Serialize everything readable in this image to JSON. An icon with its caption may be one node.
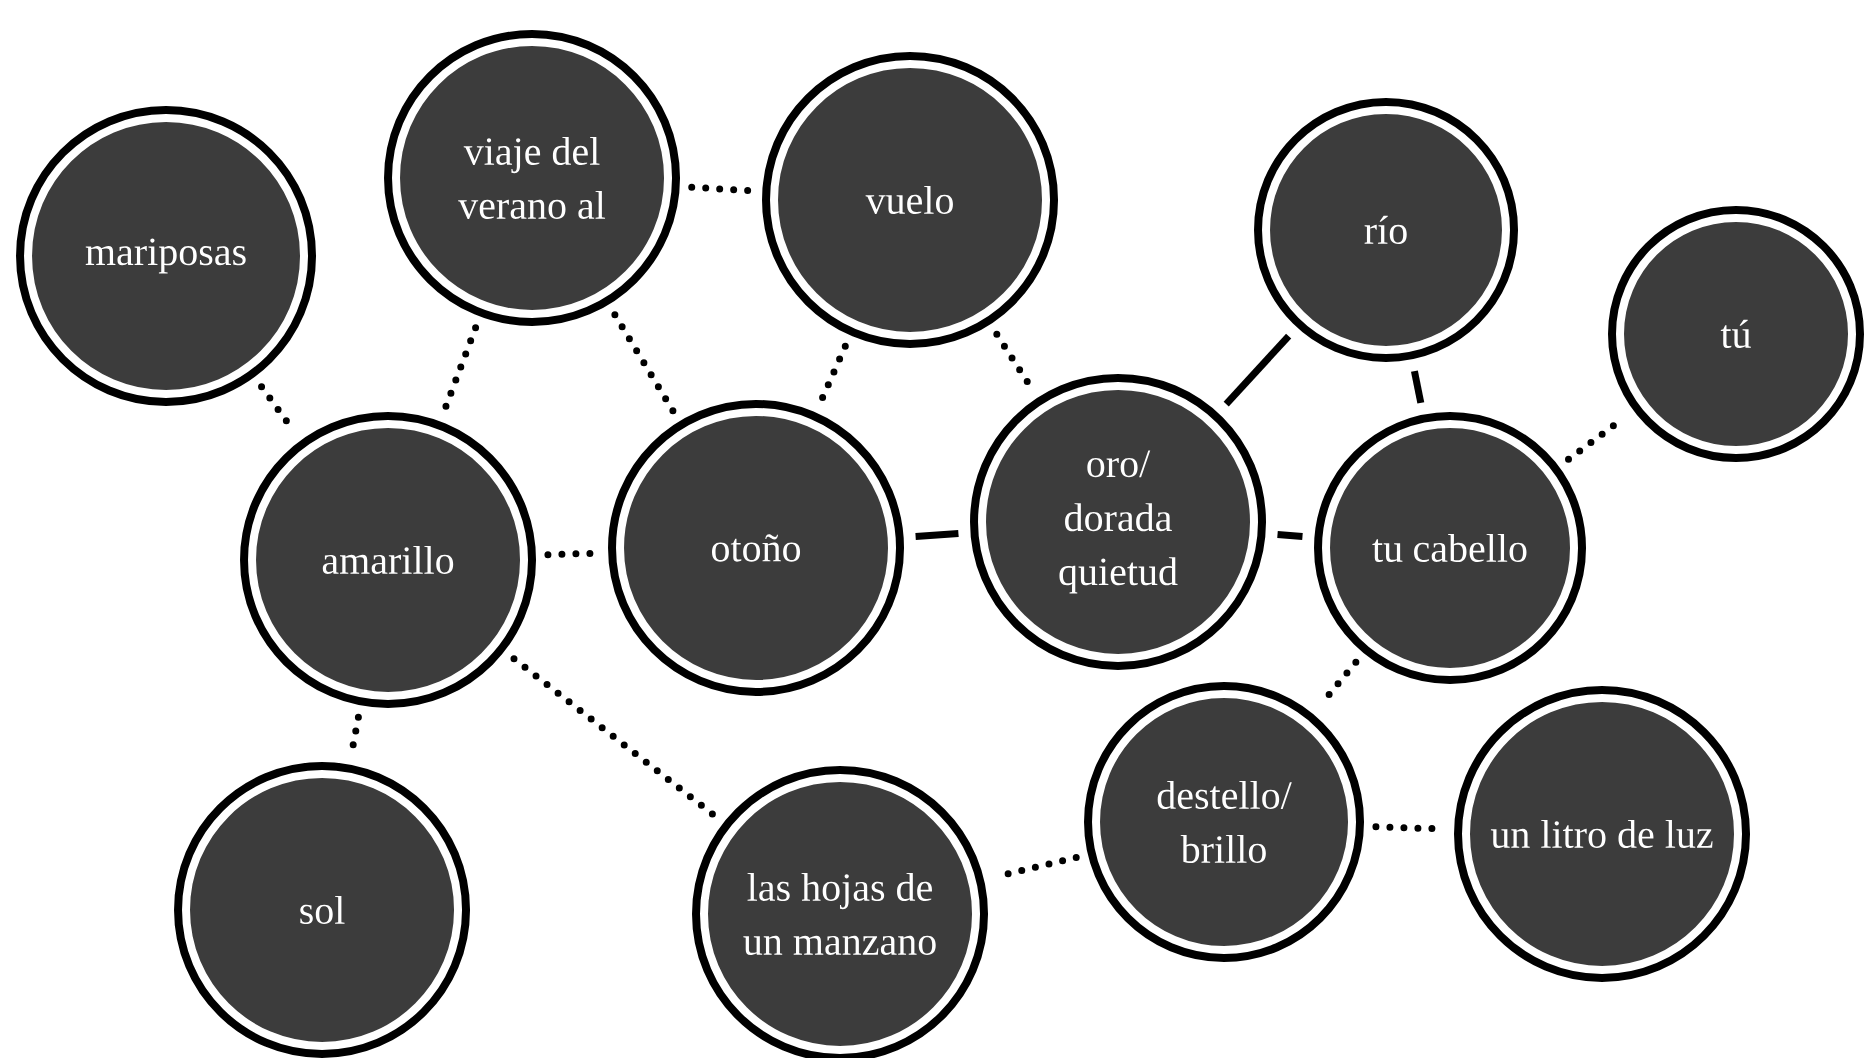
{
  "diagram": {
    "nodes": [
      {
        "text": [
          "mariposas"
        ]
      },
      {
        "text": [
          "viaje del verano al"
        ]
      },
      {
        "text": [
          "vuelo"
        ]
      },
      {
        "text": [
          "río"
        ]
      },
      {
        "text": [
          "tú"
        ]
      },
      {
        "text": [
          "amarillo"
        ]
      },
      {
        "text": [
          "otoño"
        ]
      },
      {
        "text": [
          "oro/ dorada quietud"
        ]
      },
      {
        "text": [
          "tu cabello"
        ]
      },
      {
        "text": [
          "sol"
        ]
      },
      {
        "text": [
          "las hojas de un manzano"
        ]
      },
      {
        "text": [
          "destello/ brillo"
        ]
      },
      {
        "text": [
          "un litro de luz"
        ]
      }
    ],
    "edges": [
      {
        "from": 0,
        "to": 5,
        "arrow": "none",
        "style": "dashed"
      },
      {
        "from": 1,
        "to": 2,
        "arrow": "none",
        "style": "dashed"
      },
      {
        "from": 1,
        "to": 5,
        "arrow": "none",
        "style": "dashed"
      },
      {
        "from": 1,
        "to": 6,
        "arrow": "none",
        "style": "dashed"
      },
      {
        "from": 2,
        "to": 6,
        "arrow": "none",
        "style": "dashed"
      },
      {
        "from": 2,
        "to": 7,
        "arrow": "none",
        "style": "dashed"
      },
      {
        "from": 5,
        "to": 6,
        "arrow": "none",
        "style": "dashed"
      },
      {
        "from": 6,
        "to": 7,
        "arrow": "none"
      },
      {
        "from": 7,
        "to": 3,
        "arrow": "none"
      },
      {
        "from": 7,
        "to": 8,
        "arrow": "none"
      },
      {
        "from": 3,
        "to": 8,
        "arrow": "none"
      },
      {
        "from": 8,
        "to": 4,
        "arrow": "none",
        "style": "dashed"
      },
      {
        "from": 5,
        "to": 9,
        "arrow": "none",
        "style": "dashed"
      },
      {
        "from": 5,
        "to": 10,
        "arrow": "none",
        "style": "dashed"
      },
      {
        "from": 8,
        "to": 11,
        "arrow": "none",
        "style": "dashed"
      },
      {
        "from": 11,
        "to": 10,
        "arrow": "none",
        "style": "dashed"
      },
      {
        "from": 11,
        "to": 12,
        "arrow": "none",
        "style": "dashed"
      }
    ]
  }
}
